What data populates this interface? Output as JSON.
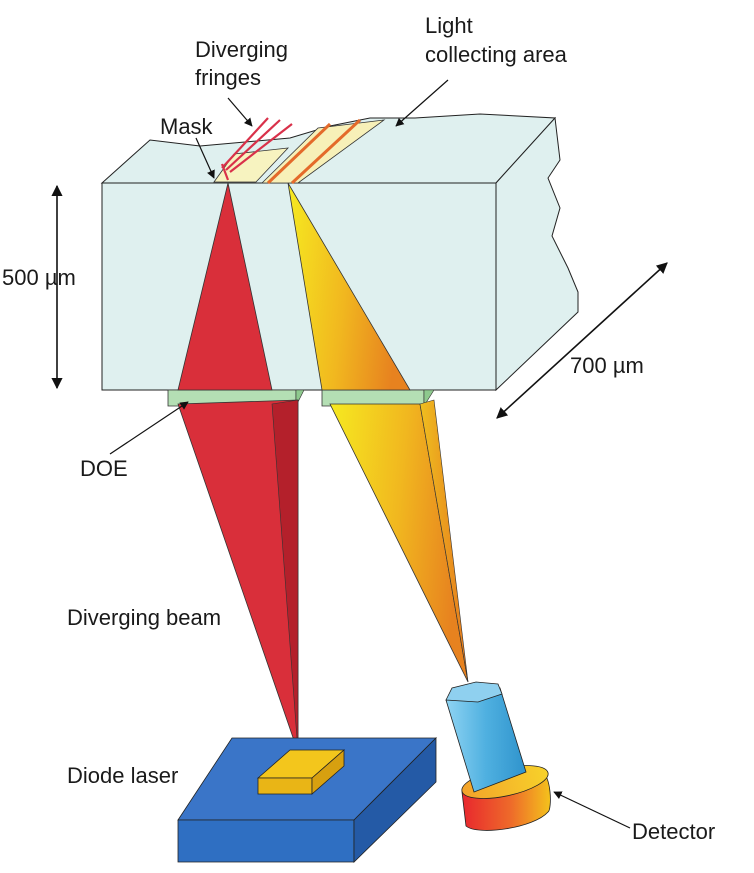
{
  "labels": {
    "diverging_fringes": [
      "Diverging",
      "fringes"
    ],
    "light_collecting_area": [
      "Light",
      "collecting area"
    ],
    "mask": "Mask",
    "depth": "500 µm",
    "width": "700 µm",
    "doe": "DOE",
    "diverging_beam": "Diverging beam",
    "diode_laser": "Diode laser",
    "detector": "Detector"
  },
  "colors": {
    "block_face": "#dff0ef",
    "laser_beam": "#d92f3a",
    "fringe_lines": "#d9314a",
    "collected_light_start": "#f4e322",
    "collected_light_end": "#e88a1f",
    "doe": "#b4dfb4",
    "laser_base": "#2f6fc2",
    "laser_chip": "#f0c21a",
    "detector_body": "#5ab0de",
    "detector_base": "#e9432e"
  }
}
